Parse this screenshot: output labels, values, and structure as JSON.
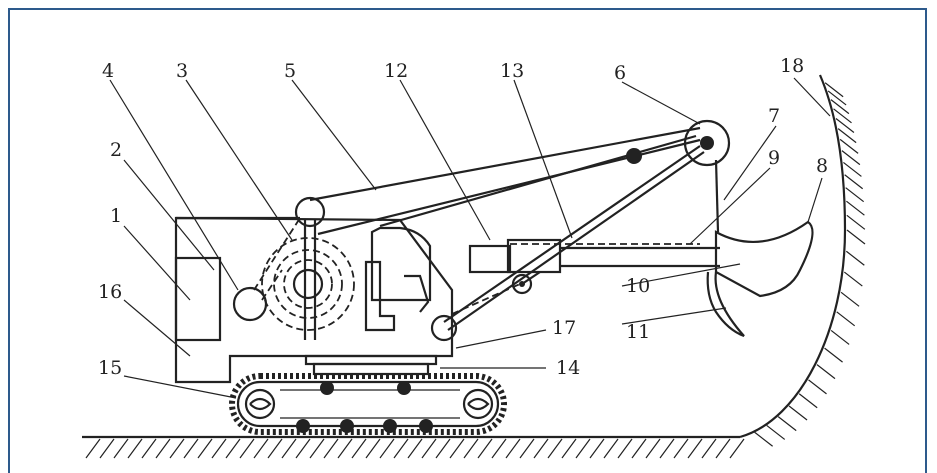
{
  "figure": {
    "accent_color": "#2d5a8c",
    "labels": [
      {
        "id": "label-1",
        "text": "1"
      },
      {
        "id": "label-2",
        "text": "2"
      },
      {
        "id": "label-3",
        "text": "3"
      },
      {
        "id": "label-4",
        "text": "4"
      },
      {
        "id": "label-5",
        "text": "5"
      },
      {
        "id": "label-6",
        "text": "6"
      },
      {
        "id": "label-7",
        "text": "7"
      },
      {
        "id": "label-8",
        "text": "8"
      },
      {
        "id": "label-9",
        "text": "9"
      },
      {
        "id": "label-10",
        "text": "10"
      },
      {
        "id": "label-11",
        "text": "11"
      },
      {
        "id": "label-12",
        "text": "12"
      },
      {
        "id": "label-13",
        "text": "13"
      },
      {
        "id": "label-14",
        "text": "14"
      },
      {
        "id": "label-15",
        "text": "15"
      },
      {
        "id": "label-16",
        "text": "16"
      },
      {
        "id": "label-17",
        "text": "17"
      },
      {
        "id": "label-18",
        "text": "18"
      }
    ]
  }
}
